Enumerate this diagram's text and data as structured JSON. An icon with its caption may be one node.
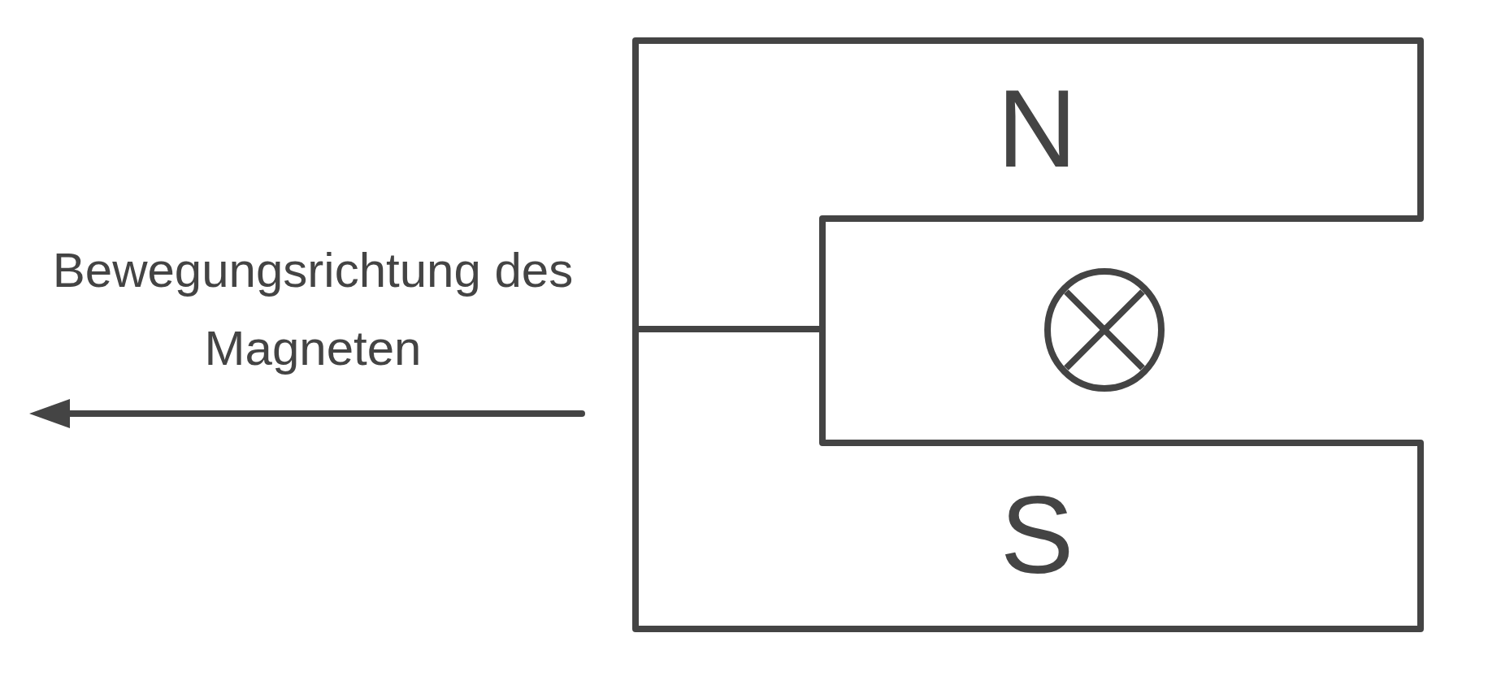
{
  "diagram": {
    "nodes": [
      {
        "text": [
          "N"
        ]
      },
      {
        "text": [
          "S"
        ]
      }
    ],
    "labels": [
      "Bewegungsrichtung des Magneten"
    ]
  }
}
